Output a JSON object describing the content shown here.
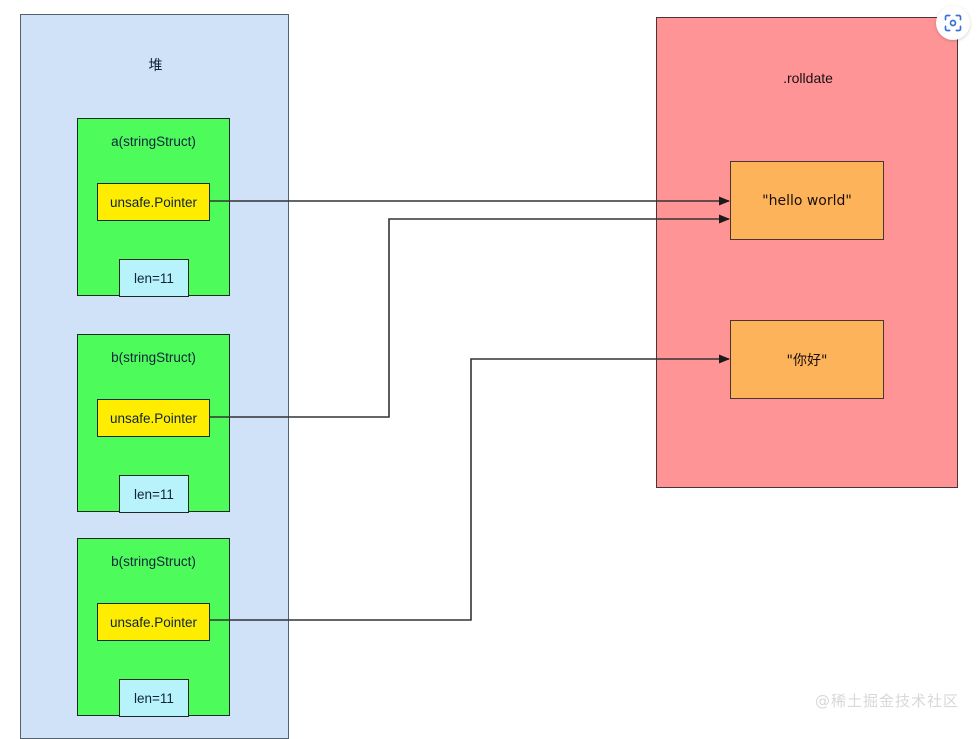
{
  "heap": {
    "title": "堆",
    "structs": [
      {
        "name": "a(stringStruct)",
        "pointer_label": "unsafe.Pointer",
        "len_label": "len=11"
      },
      {
        "name": "b(stringStruct)",
        "pointer_label": "unsafe.Pointer",
        "len_label": "len=11"
      },
      {
        "name": "b(stringStruct)",
        "pointer_label": "unsafe.Pointer",
        "len_label": "len=11"
      }
    ]
  },
  "rolldate": {
    "title": ".rolldate",
    "strings": [
      {
        "value": "\"hello world\""
      },
      {
        "value": "\"你好\""
      }
    ]
  },
  "watermark": {
    "text": "@稀土掘金技术社区"
  },
  "icons": {
    "scan": "scan-capture-icon"
  },
  "colors": {
    "heap_panel_fill": "#cfe2f7",
    "heap_panel_stroke": "#54616e",
    "struct_fill": "#4dfb5a",
    "struct_stroke": "#1d2a24",
    "pointer_fill": "#ffed00",
    "len_fill": "#b8f3fb",
    "rolldate_fill": "#ff9496",
    "rolldate_stroke": "#4a3434",
    "string_fill": "#fcb359",
    "arrow_stroke": "#333333",
    "watermark_text": "#d8d8d8",
    "scan_icon": "#3770d6"
  }
}
